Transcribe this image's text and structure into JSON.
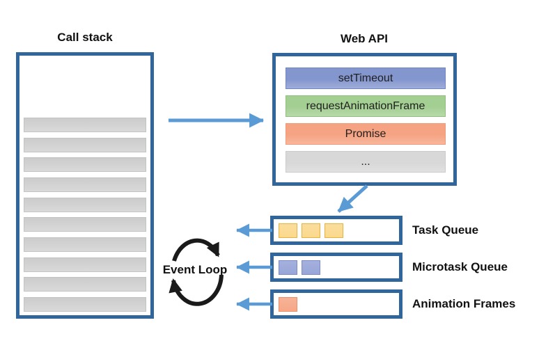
{
  "colors": {
    "box_border": "#31669c",
    "arrow_blue": "#5b9bd5",
    "loop_black": "#1a1a1a"
  },
  "call_stack": {
    "title": "Call stack",
    "frame_count": 10,
    "frame_fill": "#d2d2d2",
    "frame_border": "#c3c3c3"
  },
  "web_api": {
    "title": "Web API",
    "items": [
      {
        "label": "setTimeout",
        "fill": "#8496ce",
        "border": "#7384c4"
      },
      {
        "label": "requestAnimationFrame",
        "fill": "#a4cf93",
        "border": "#90c07e"
      },
      {
        "label": "Promise",
        "fill": "#f5a383",
        "border": "#f09a78"
      },
      {
        "label": "...",
        "fill": "#d8d8d8",
        "border": "#cbcbcb"
      }
    ]
  },
  "queues": [
    {
      "label": "Task Queue",
      "item_count": 3,
      "item_fill": "#fbd98e",
      "item_border": "#e9b23e"
    },
    {
      "label": "Microtask Queue",
      "item_count": 2,
      "item_fill": "#98a6d8",
      "item_border": "#7c8bc8"
    },
    {
      "label": "Animation Frames",
      "item_count": 1,
      "item_fill": "#f6a888",
      "item_border": "#ef8e64"
    }
  ],
  "event_loop": {
    "label": "Event Loop"
  }
}
